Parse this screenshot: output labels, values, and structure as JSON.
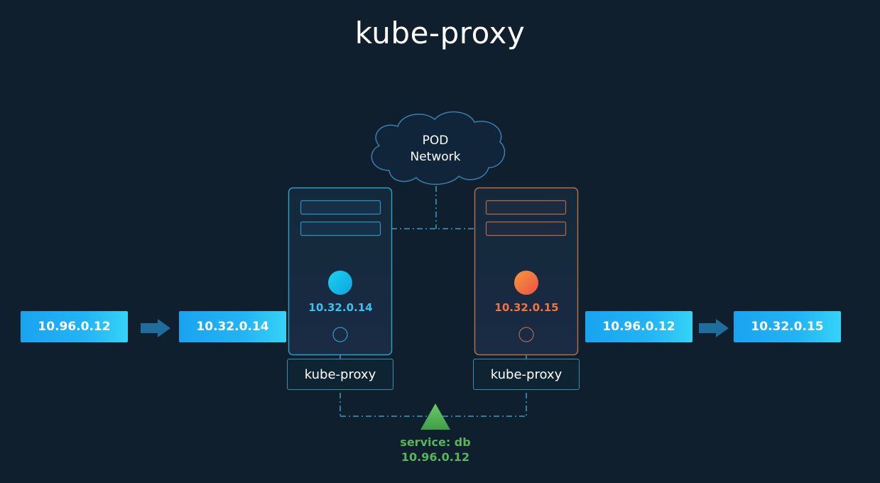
{
  "title": "kube-proxy",
  "cloud": {
    "line1": "POD",
    "line2": "Network"
  },
  "node1": {
    "pod_ip": "10.32.0.14",
    "proxy_label": "kube-proxy",
    "accent": "#1fb8e6"
  },
  "node2": {
    "pod_ip": "10.32.0.15",
    "proxy_label": "kube-proxy",
    "accent": "#f0683a"
  },
  "left_flow": {
    "from": "10.96.0.12",
    "to": "10.32.0.14"
  },
  "right_flow": {
    "from": "10.96.0.12",
    "to": "10.32.0.15"
  },
  "service": {
    "name": "service: db",
    "ip": "10.96.0.12",
    "color": "#57b65a"
  },
  "colors": {
    "background": "#0f1f2d",
    "ip_box": "#1fa6f2",
    "dashed_line": "#3fb6d8"
  }
}
